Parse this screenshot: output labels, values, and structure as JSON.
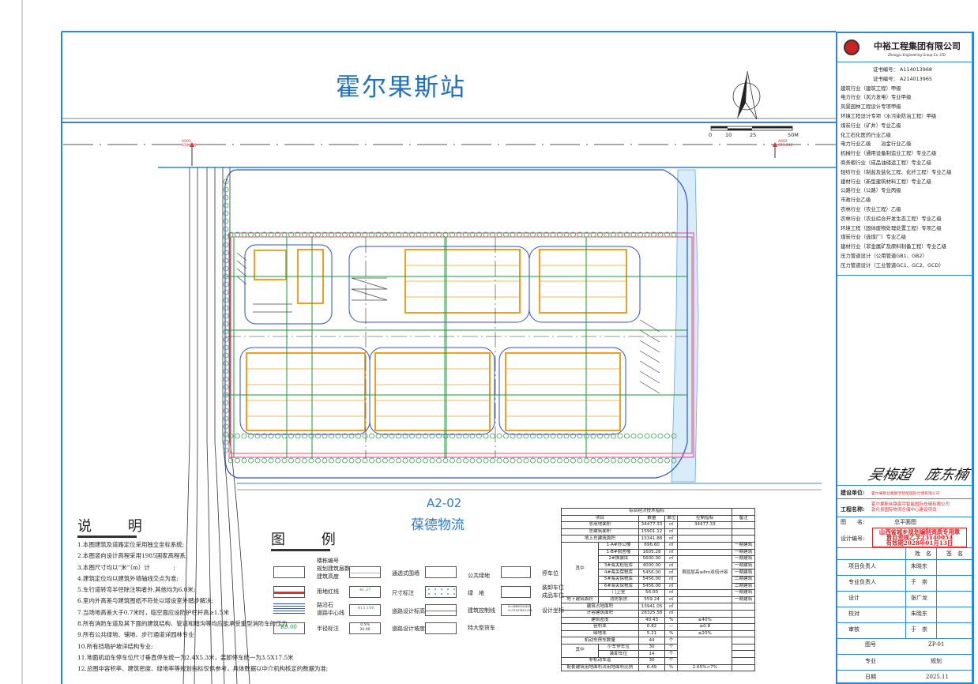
{
  "station_name": "霍尔果斯站",
  "lot": {
    "code": "A2-02",
    "name": "葆德物流"
  },
  "scale_bar": {
    "labels": [
      "0",
      "10",
      "25",
      "50M"
    ]
  },
  "benchmarks": [
    {
      "id": "A001",
      "elev": "614.809"
    },
    {
      "id": "A002",
      "elev": "615.242"
    }
  ],
  "notes": {
    "title": "说 明",
    "items": [
      "1.本图建筑及道路定位采用独立坐标系统;",
      "2.本图竖向设计高程采用1985国家高程系;",
      "3.本图尺寸均以“米”（m）计　　　　;",
      "4.建筑定位均以建筑外墙轴线交点为准;",
      "5.车行道转弯半径除注明者外,其他均为6.0米;",
      "6.室内外高差与建筑图纸不符处以增设室外踏步解决;",
      "7.当场地高差大于0.7米时，临空面应设防护栏杆高≥1.5米",
      "8.所有消防车道及其下面的建筑结构、管道和暗沟等均应能承受重型消防车的压力",
      "9.所有公共绿地、铺地、步行通道详园林专业",
      "10.所有挡墙护坡详结构专业;",
      "11.地面机动车停车位尺寸垂直停车统一为2.4X5.3米，装卸停车统一为3.5X17.5米",
      "12.总图中容积率、建筑密度、绿地率等规划指标仅供参考，具体数据以中介机构核定的数据为准;"
    ]
  },
  "legend": {
    "title": "图 例",
    "items": {
      "building_no": "楼栋编号",
      "floors": "规划建筑层数",
      "height": "建筑高度",
      "red_line": "用地红线",
      "curb": "路沿石",
      "centerline": "道路中心线",
      "radius": "半径标注",
      "radius_val": "R9.00",
      "fence": "通透式围墙",
      "dimension": "尺寸标注",
      "dimension_val": "41.27",
      "road_elev": "道路设计标高",
      "road_elev_val": "613.100",
      "road_slope": "道路设计坡度",
      "slope_top": "0.5%",
      "slope_bottom": "20.00",
      "public_green": "公共绿地",
      "green": "绿　地",
      "control_line": "建筑控制线",
      "truck": "特大型货车",
      "parking": "停车位",
      "loading": "装卸车位",
      "finished_car": "成品车位",
      "coord": "设计坐标",
      "coord_x": "X=4860004.845",
      "coord_y": "Y=27457813.215"
    }
  },
  "econ_table": {
    "title": "综合经济技术指标",
    "headers": [
      "项目",
      "数量",
      "单位",
      "控制指标",
      "备注"
    ],
    "r": {
      "total_land": [
        "总用地面积",
        "34477.33",
        "㎡",
        "34477.33"
      ],
      "total_floor": [
        "总建筑面积",
        "15901.12",
        "㎡"
      ],
      "above_floor": [
        "地上总建筑面积",
        "15341.88",
        "㎡"
      ],
      "among": "其中",
      "b1a": [
        "1-A#办公楼",
        "696.60",
        "㎡",
        "一期建筑"
      ],
      "b1b": [
        "1-B#宿舍楼",
        "1605.28",
        "㎡",
        "一期建筑"
      ],
      "b2": [
        "2#换装库",
        "5600.00",
        "㎡",
        "一期建筑"
      ],
      "b3": [
        "3#海关检验库",
        "4000.00",
        "㎡",
        "一期建筑"
      ],
      "b4": [
        "4#海关保税库",
        "5456.00",
        "㎡",
        "一期建筑"
      ],
      "b5": [
        "5#海关保税库",
        "5456.00",
        "㎡",
        "二期建筑"
      ],
      "b6": [
        "6#海关保税库",
        "5456.00",
        "㎡",
        "二期建筑"
      ],
      "gate": [
        "门卫室",
        "56.00",
        "㎡",
        "一期建筑"
      ],
      "double_note": "首层层高≥8m双倍计容",
      "under": [
        "地下建筑面积",
        "消防泵房",
        "559.24",
        "㎡",
        "一期建筑"
      ],
      "footprint": [
        "建筑占地面积",
        "13941.05",
        "㎡"
      ],
      "far_area": [
        "计容建筑面积",
        "28325.58",
        "㎡"
      ],
      "density": [
        "建筑密度",
        "40.43",
        "%",
        "≥40%"
      ],
      "far": [
        "容积率",
        "0.82",
        "—",
        "≥0.8"
      ],
      "green": [
        "绿地率",
        "5.21",
        "%",
        "≤20%"
      ],
      "parking": [
        "机动车停车数量",
        "44",
        "个"
      ],
      "among2": "其中",
      "car": [
        "小车停车位",
        "30",
        "个"
      ],
      "load": [
        "装卸车位",
        "14",
        "个"
      ],
      "bike": [
        "非机动车道",
        "30",
        "个"
      ],
      "ratio": [
        "配套建筑用地面积占用地面积比例",
        "6.49",
        "%",
        "2.65%<7%"
      ]
    }
  },
  "title_block": {
    "company_cn": "中裕工程集团有限公司",
    "company_en": "Zhongyu Engineering Group Co. LTD",
    "certs": [
      "证书编号： A114013968",
      "证书编号： A214013965",
      "建筑行业（建筑工程）甲级",
      "电力行业（风力发电）专业甲级",
      "风景园林工程设计专项甲级",
      "环境工程设计专项（水污染防治工程）甲级",
      "煤炭行业（矿井）专业乙级",
      "化工石化医药行业乙级",
      "电力行业乙级　　冶金行业乙级",
      "机械行业（通用设备制造业工程）专业乙级",
      "商务粮行业（成品油储运工程）专业乙级",
      "轻纺行业（制盐及盐化工程、化纤工程）专业乙级",
      "建材行业（新型建筑材料工程）专业乙级",
      "公路行业（公路）专业丙级",
      "市政行业乙级",
      "农林行业（农业工程）乙级",
      "农林行业（农业综合开发生态工程）专业乙级",
      "环境工程（固体废物处理处置工程）专项乙级",
      "煤炭行业（选煤厂）专业乙级",
      "建材行业（非金属矿及原料制备工程）专业乙级",
      "压力管道设计（公用管道GB1、GB2）",
      "压力管道设计（工业管道GC1、GC2、GCD）"
    ],
    "client_label": "建设单位:",
    "client": "霍尔果斯丝路宸宇智能国际仓储有限公司",
    "project_label": "工程名称:",
    "project": [
      "霍尔果斯丝路宸宇智能国际仓储有限公司",
      "敦化县国际物流仓储中心建设项目"
    ],
    "drawing_name_label": "图　　名:",
    "drawing_name": "总平面图",
    "design_no_label": "设计编号:",
    "stamp": [
      "山西省城乡规划编制资质专用章",
      "晋自资规乙字23140054",
      "有效期2028年01月13日"
    ],
    "name_header": "姓　名",
    "sign_header": "签　名",
    "staff": [
      {
        "role": "项目负责人",
        "name": "朱晓东"
      },
      {
        "role": "专业负责人",
        "name": "于　崇"
      },
      {
        "role": "设计",
        "name": "张广龙"
      },
      {
        "role": "校对",
        "name": "朱晓东"
      },
      {
        "role": "审核",
        "name": "于　崇"
      }
    ],
    "drawing_no_label": "图号",
    "drawing_no": "ZP-01",
    "discipline_label": "专业",
    "discipline": "规划",
    "date_label": "日期",
    "date": "2025.11"
  },
  "colors": {
    "frame": "#2f86d6",
    "building": "#f0a020",
    "green_line": "#1d9a3a",
    "red_line": "#e03030",
    "boundary": "#3050c0"
  }
}
